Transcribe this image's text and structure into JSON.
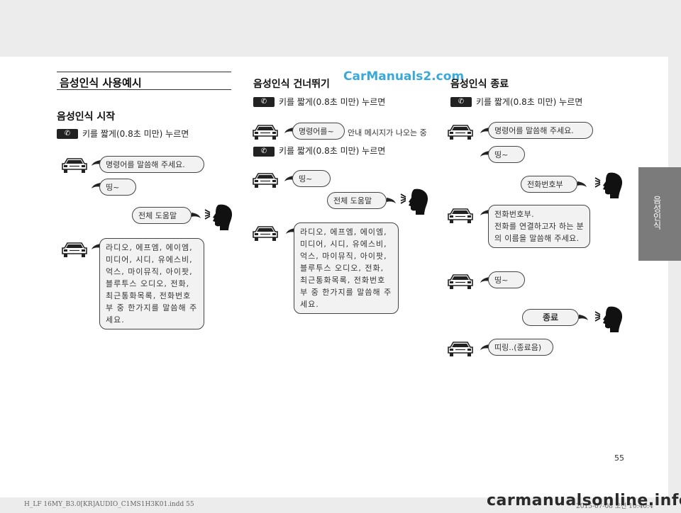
{
  "page_number": "55",
  "side_tab": "음성인식",
  "footer": {
    "left": "H_LF 16MY_B3.0[KR]AUDIO_C1MS1H3K01.indd   55",
    "right": "2015-07-08  오전 10:40:4"
  },
  "watermarks": {
    "top": "CarManuals2.com",
    "bottom": "carmanualsonline.info"
  },
  "col1": {
    "heading": "음성인식 사용예시",
    "subheading": "음성인식 시작",
    "instruction": "키를 짧게(0.8초 미만) 누르면",
    "b1": "명령어를 말씀해 주세요.",
    "b2": "띵~",
    "user1": "전체 도움말",
    "b3": "라디오, 에프엠, 에이엠,\n미디어, 시디, 유에스비,\n억스, 마이뮤직, 아이팟,\n블루투스 오디오, 전화,\n최근통화목록, 전화번호\n부 중 한가지를 말씀해 주\n세요."
  },
  "col2": {
    "heading": "음성인식 건너뛰기",
    "instruction1": "키를 짧게(0.8초 미만) 누르면",
    "b1": "명령어를~",
    "b1_note": "안내 메시지가 나오는 중",
    "instruction2": "키를 짧게(0.8초 미만) 누르면",
    "b2": "띵~",
    "user1": "전체 도움말",
    "b3": "라디오, 에프엠, 에이엠,\n미디어, 시디, 유에스비,\n억스, 마이뮤직, 아이팟,\n블루투스 오디오, 전화,\n최근통화목록, 전화번호\n부 중 한가지를 말씀해 주\n세요."
  },
  "col3": {
    "heading": "음성인식 종료",
    "instruction": "키를 짧게(0.8초 미만) 누르면",
    "b1": "명령어를 말씀해 주세요.",
    "b2": "띵~",
    "user1": "전화번호부",
    "b3": "전화번호부.\n전화를 연결하고자 하는 분\n의 이름을 말씀해 주세요.",
    "b4": "띵~",
    "user2": "종료",
    "b5": "띠링..(종료음)"
  }
}
